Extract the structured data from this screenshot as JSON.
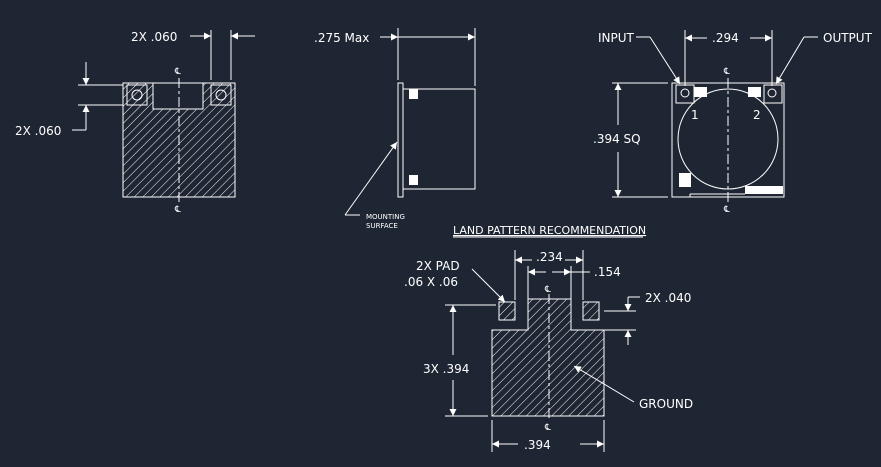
{
  "colors": {
    "background": "#1f2633",
    "ink": "#ffffff"
  },
  "centerline_symbol": "℄",
  "top_view": {
    "pad_width_dim": "2X .060",
    "pad_height_dim": "2X .060"
  },
  "side_view": {
    "height_dim": ".275 Max",
    "mounting_surface_line1": "MOUNTING",
    "mounting_surface_line2": "SURFACE"
  },
  "bottom_view": {
    "input_label": "INPUT",
    "output_label": "OUTPUT",
    "pin_spacing_dim": ".294",
    "size_dim": ".394 SQ",
    "pin1_label": "1",
    "pin2_label": "2"
  },
  "land_pattern": {
    "title": "LAND PATTERN RECOMMENDATION",
    "pad_label_line1": "2X PAD",
    "pad_label_line2": ".06 X .06",
    "inner_width_dim": ".234",
    "outer_offset_dim": ".154",
    "pad_height_dim": "2X .040",
    "height_dim": "3X .394",
    "width_dim": ".394",
    "ground_label": "GROUND"
  }
}
